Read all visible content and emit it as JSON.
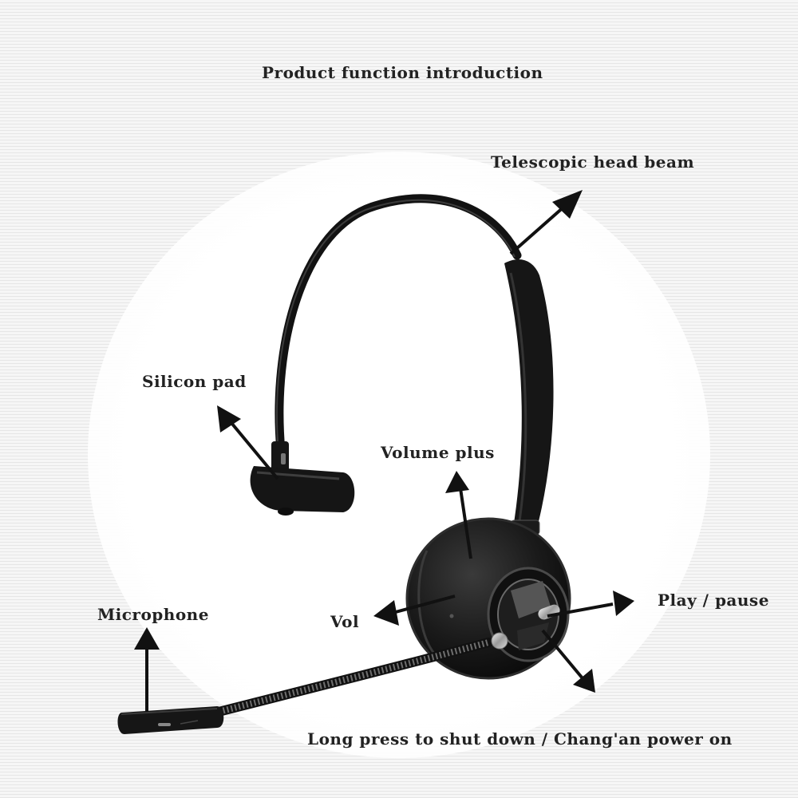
{
  "title": "Product function introduction",
  "labels": {
    "telescopic_head_beam": "Telescopic head beam",
    "silicon_pad": "Silicon pad",
    "volume_plus": "Volume plus",
    "microphone": "Microphone",
    "vol": "Vol",
    "play_pause": "Play / pause",
    "power": "Long press to shut down / Chang'an power on"
  },
  "colors": {
    "background": "#f4f4f4",
    "headset": "#141414",
    "text": "#222222"
  }
}
